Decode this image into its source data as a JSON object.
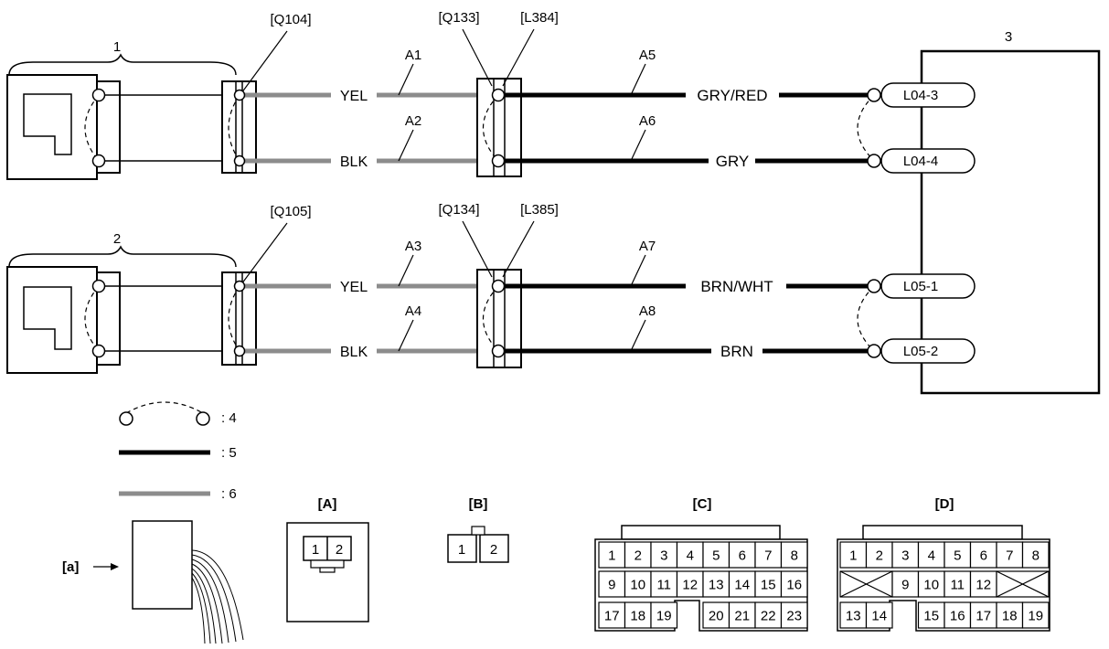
{
  "refs": {
    "q104": "[Q104]",
    "q105": "[Q105]",
    "q133": "[Q133]",
    "l384": "[L384]",
    "q134": "[Q134]",
    "l385": "[L385]"
  },
  "callouts": {
    "sensor1": "1",
    "sensor2": "2",
    "ecu": "3"
  },
  "wires": {
    "a1": "A1",
    "a2": "A2",
    "a3": "A3",
    "a4": "A4",
    "a5": "A5",
    "a6": "A6",
    "a7": "A7",
    "a8": "A8"
  },
  "colors": {
    "yel1": "YEL",
    "blk1": "BLK",
    "yel2": "YEL",
    "blk2": "BLK",
    "grn_red": "GRY/RED",
    "gry": "GRY",
    "brn_wht": "BRN/WHT",
    "brn": "BRN"
  },
  "terminals": {
    "l04_3": "L04-3",
    "l04_4": "L04-4",
    "l05_1": "L05-1",
    "l05_2": "L05-2"
  },
  "legend": {
    "shield": ": 4",
    "black": ": 5",
    "gray": ": 6"
  },
  "views": {
    "A": "[A]",
    "B": "[B]",
    "C": "[C]",
    "D": "[D]",
    "a_arrow": "[a]",
    "A_pins": [
      "1",
      "2"
    ],
    "B_pins": [
      "1",
      "2"
    ],
    "C_pins": [
      "1",
      "2",
      "3",
      "4",
      "5",
      "6",
      "7",
      "8",
      "9",
      "10",
      "11",
      "12",
      "13",
      "14",
      "15",
      "16",
      "17",
      "18",
      "19",
      "20",
      "21",
      "22",
      "23"
    ],
    "D_pins": [
      "1",
      "2",
      "3",
      "4",
      "5",
      "6",
      "7",
      "8",
      "9",
      "10",
      "11",
      "12",
      "13",
      "14",
      "15",
      "16",
      "17",
      "18",
      "19"
    ]
  },
  "wire_colors": {
    "black": "#000000",
    "gray": "#8c8c8c"
  }
}
